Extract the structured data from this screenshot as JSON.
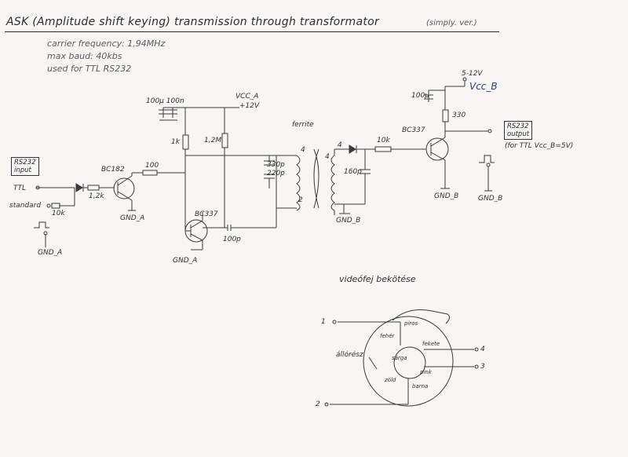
{
  "title": "ASK (Amplitude shift keying) transmission through transformator",
  "title_note": "(simply. ver.)",
  "notes": [
    "carrier frequency: 1,94MHz",
    "max baud: 40kbs",
    "used for TTL RS232"
  ],
  "input_box": [
    "RS232",
    "input"
  ],
  "output_box": [
    "RS232",
    "output"
  ],
  "output_note": "(for TTL  Vcc_B=5V)",
  "labels": {
    "ttl": "TTL",
    "standard": "standard",
    "r_std": "10k",
    "r_1k2": "1,2k",
    "q1": "BC182",
    "r_100": "100",
    "gnd_a1": "GND_A",
    "gnd_a2": "GND_A",
    "gnd_a3": "GND_A",
    "caps_a": "100μ  100n",
    "vcc_a": "VCC_A",
    "vcc_a_val": "+12V",
    "r_1k": "1k",
    "r_12m": "1,2M",
    "q2": "BC337",
    "c_100p_a": "100p",
    "ferrite": "ferrite",
    "c_330p": "330p",
    "c_220p": "220p",
    "c_160p": "160p",
    "r_10k": "10k",
    "gnd_b1": "GND_B",
    "q3": "BC337",
    "gnd_b2": "GND_B",
    "gnd_b3": "GND_B",
    "vcc_b_range": "5-12V",
    "vcc_b": "Vcc_B",
    "caps_b": "100μ",
    "r_330": "330",
    "coil_a": "4",
    "coil_b": "4",
    "coil_c": "4",
    "coil_d": "2",
    "bottom_title": "videófej bekötése",
    "pin_1": "1",
    "pin_2": "2",
    "pin_3": "3",
    "pin_4": "4",
    "allotes": "állórész",
    "piros": "piros",
    "fekete": "fekete",
    "pink": "pink",
    "fehér": "fehér",
    "sárga": "sárga",
    "zöld": "zöld",
    "barna": "barna"
  }
}
